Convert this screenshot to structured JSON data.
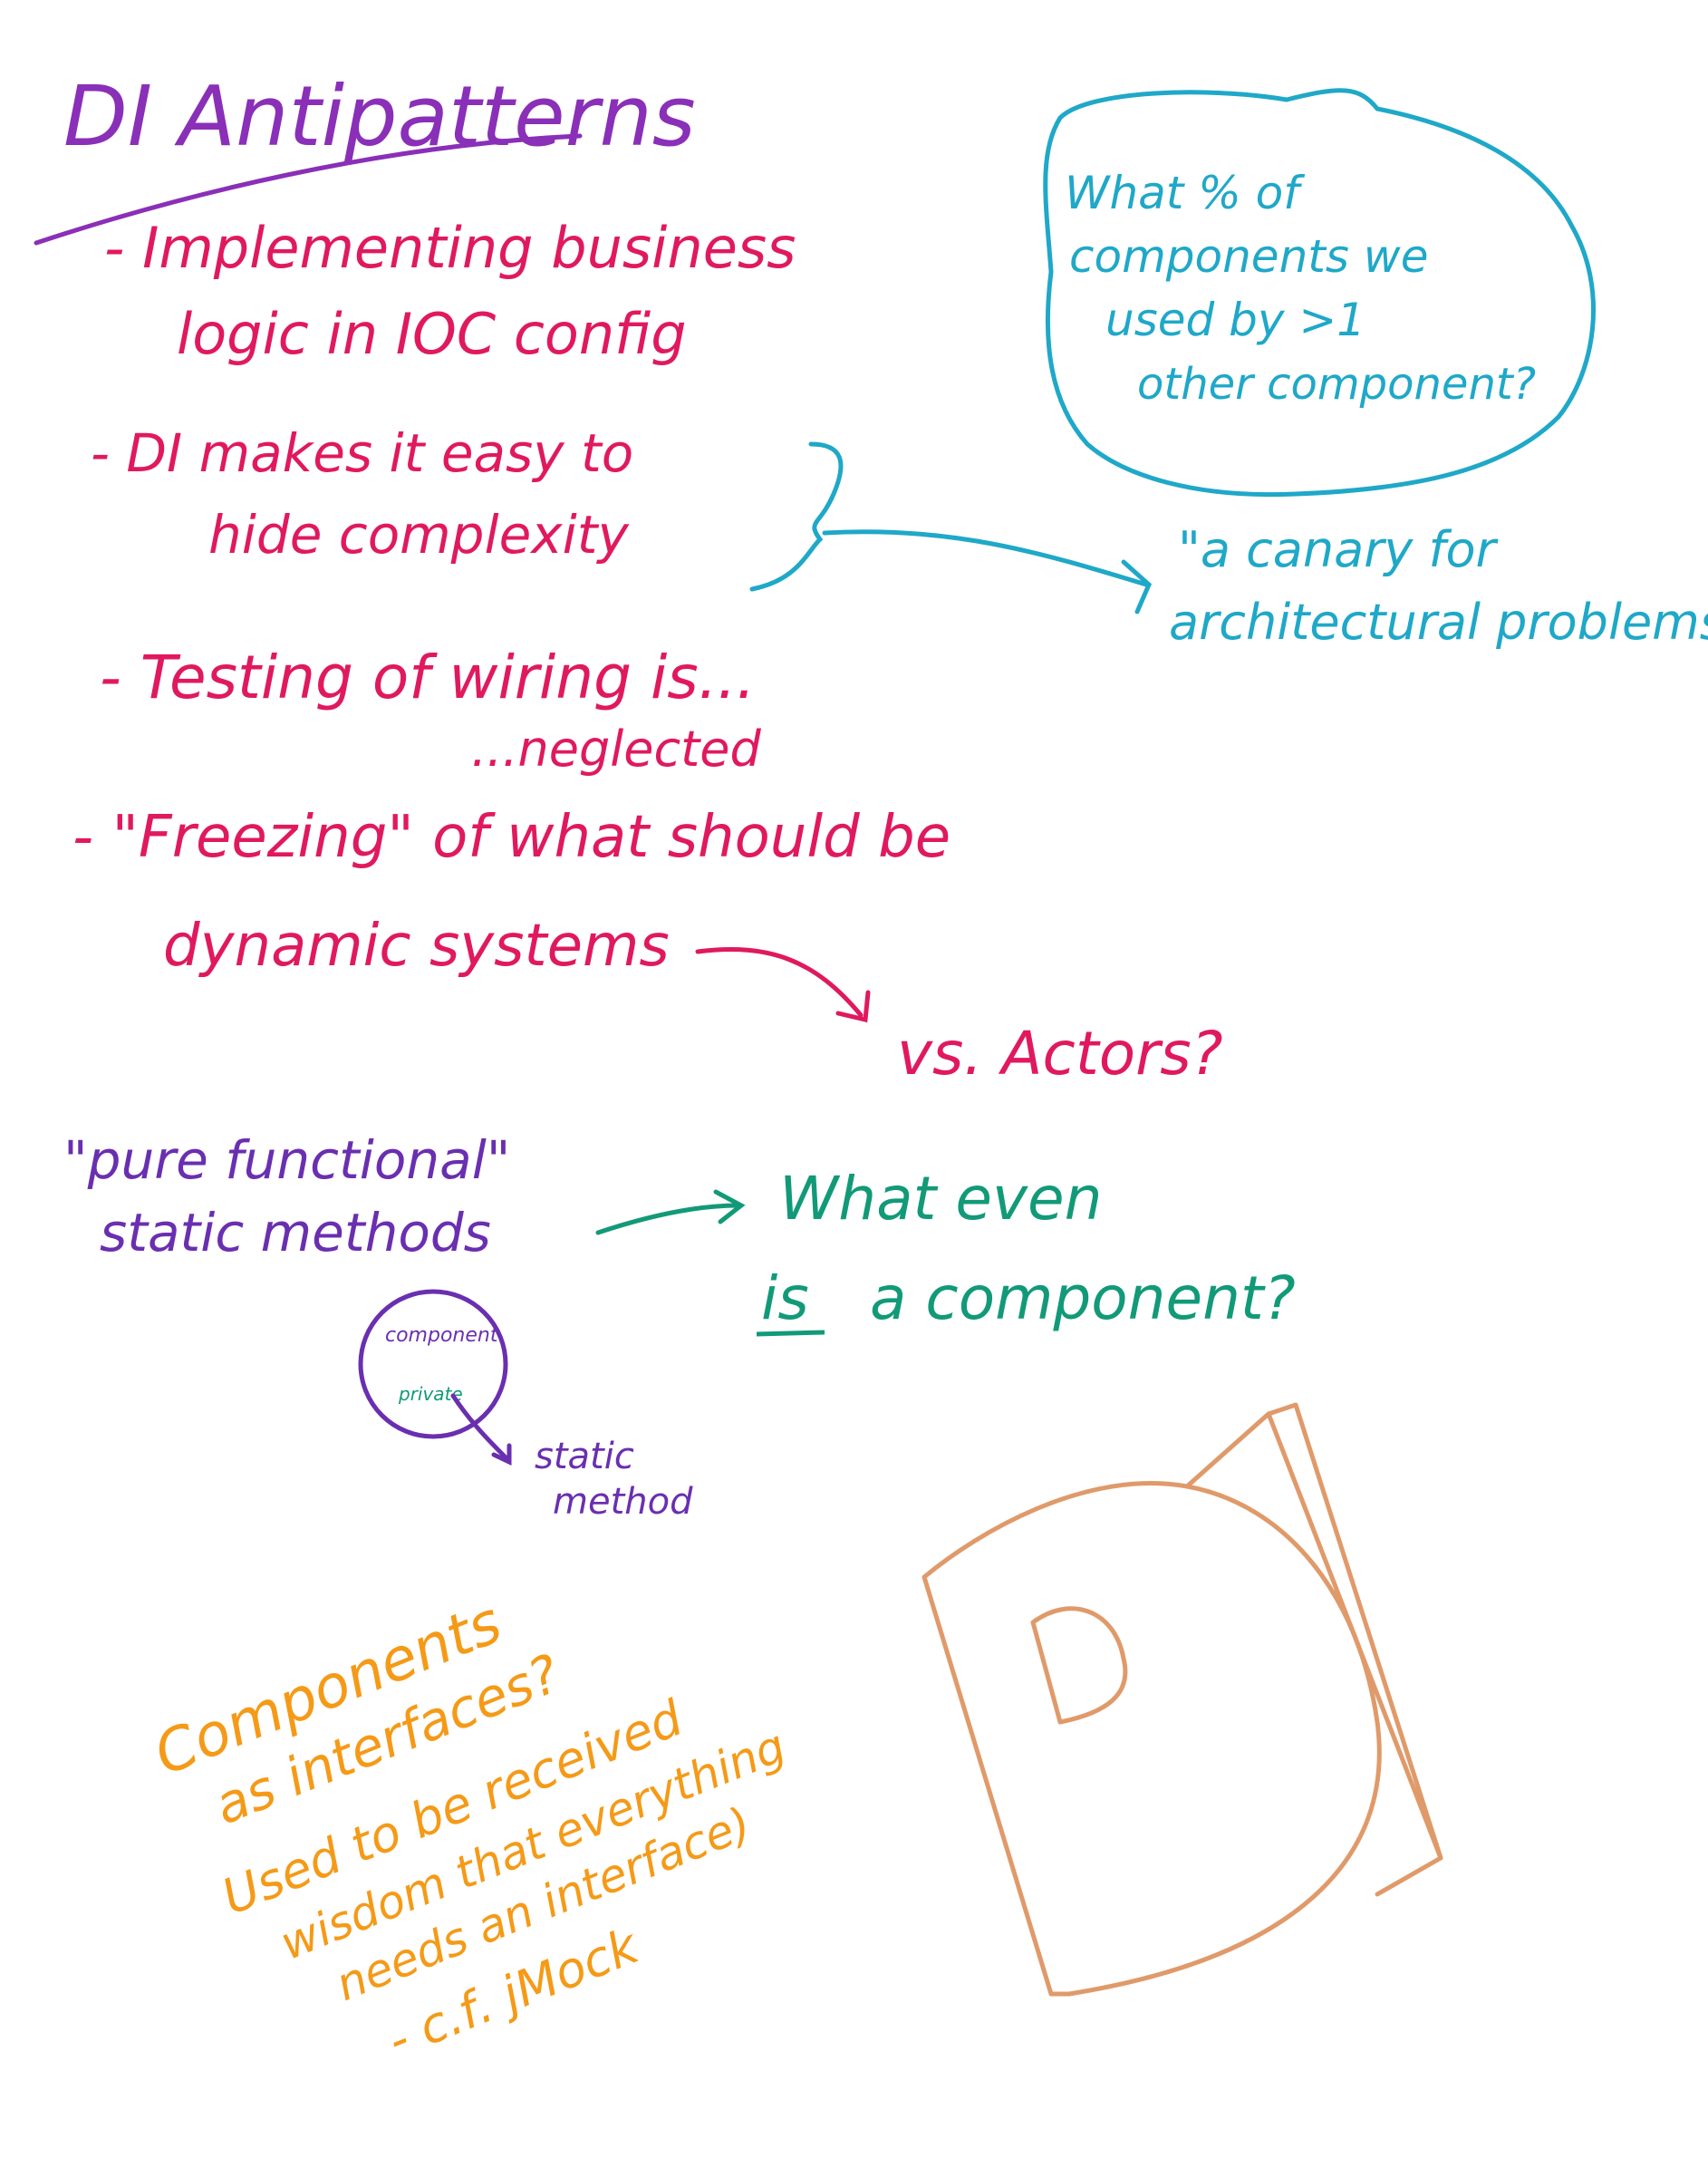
{
  "colors": {
    "purple": "#8a2fb8",
    "pink": "#e0195f",
    "cyan": "#1fa8c8",
    "teal": "#129a78",
    "violet": "#6a2fb0",
    "orange": "#f59a17",
    "tan": "#e09a6a",
    "grid": "#cfe0f2"
  },
  "title": "DI Antipatterns",
  "bullets": {
    "b1_line1": "- Implementing business",
    "b1_line2": "logic in IOC config",
    "b2_line1": "- DI makes it easy to",
    "b2_line2": "hide complexity",
    "b3_line1": "- Testing of wiring is...",
    "b3_line2": "...neglected",
    "b4_line1": "- \"Freezing\" of what should be",
    "b4_line2": "dynamic systems"
  },
  "cloud": {
    "line1": "What % of",
    "line2": "components we",
    "line3": "used by >1",
    "line4": "other component?"
  },
  "canary": {
    "line1": "\"a canary for",
    "line2": "architectural problems\""
  },
  "actors": "vs. Actors?",
  "pure": {
    "line1": "\"pure functional\"",
    "line2": "static methods"
  },
  "component_q": {
    "line1": "What even",
    "line2_is": "is",
    "line2_rest": "a component?"
  },
  "circle": {
    "outer": "component",
    "inner": "private"
  },
  "static_method": {
    "line1": "static",
    "line2": "method"
  },
  "orange_note": {
    "line1": "Components",
    "line2": "as interfaces?",
    "line3": "Used to be received",
    "line4": "wisdom that everything",
    "line5": "needs an interface)",
    "line6": "- c.f. jMock"
  },
  "logo": "DI",
  "icons": [
    "arrow-icon",
    "cloud-icon",
    "circle-icon"
  ]
}
